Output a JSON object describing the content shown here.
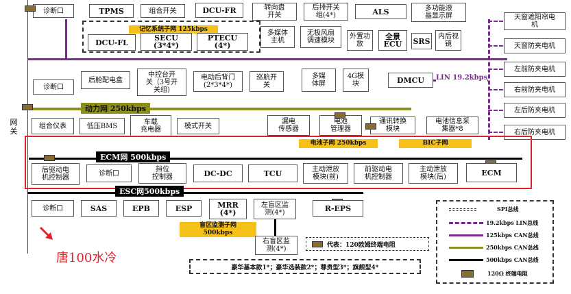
{
  "gateway": {
    "label": "网关"
  },
  "memory_subnet": {
    "label": "记忆系统子网 125kbps"
  },
  "lin_label": {
    "label": "LIN 19.2kbps"
  },
  "power_bus": {
    "label": "动力网 250kbps"
  },
  "ecm_bus": {
    "label": "ECM网 500kbps"
  },
  "esc_bus": {
    "label": "ESC网500kbps"
  },
  "battery_subnet": {
    "label": "电池子网 250kbps"
  },
  "bic_subnet": {
    "label": "BIC子网"
  },
  "blind_subnet": {
    "label": "盲区监测子网\n500kbps"
  },
  "top_row": [
    {
      "label": "诊断口"
    },
    {
      "label": "TPMS"
    },
    {
      "label": "组合开关"
    },
    {
      "label": "DCU-FR"
    },
    {
      "label": "转向盘\n开关"
    },
    {
      "label": "后排开关\n组(4*)"
    },
    {
      "label": "ALS"
    },
    {
      "label": "多功能液\n晶显示屏"
    }
  ],
  "memory_row": [
    {
      "label": "DCU-FL"
    },
    {
      "label": "SECU\n(3*4*)"
    },
    {
      "label": "PTECU\n(4*)"
    }
  ],
  "infotainment_row": [
    {
      "label": "多媒体\n主机"
    },
    {
      "label": "无极风扇\n调速模块"
    },
    {
      "label": "外置功\n放"
    },
    {
      "label": "全景\nECU"
    },
    {
      "label": "SRS"
    },
    {
      "label": "内后视\n镜"
    }
  ],
  "body_row": [
    {
      "label": "诊断口"
    },
    {
      "label": "后舱配电盒"
    },
    {
      "label": "中控台开\n关（3号开\n关组)"
    },
    {
      "label": "电动后背门\n(2*3*4*)"
    },
    {
      "label": "巡航开\n关"
    },
    {
      "label": "多媒\n体屏"
    },
    {
      "label": "4G模\n块"
    },
    {
      "label": "DMCU"
    }
  ],
  "lin_nodes": [
    {
      "label": "天窗遮阳帘电\n机"
    },
    {
      "label": "天窗防夹电机"
    },
    {
      "label": "左前防夹电机"
    },
    {
      "label": "右前防夹电机"
    },
    {
      "label": "左后防夹电机"
    },
    {
      "label": "右后防夹电机"
    }
  ],
  "power_row": [
    {
      "label": "组合仪表"
    },
    {
      "label": "低压BMS"
    },
    {
      "label": "车载\n充电器"
    },
    {
      "label": "模式开关"
    },
    {
      "label": "漏电\n传感器"
    },
    {
      "label": "电池\n管理器"
    },
    {
      "label": "通讯转换\n模块"
    },
    {
      "label": "电池信息采\n集器*8"
    }
  ],
  "ecm_row": [
    {
      "label": "后驱动电\n机控制器"
    },
    {
      "label": "诊断口"
    },
    {
      "label": "挡位\n控制器"
    },
    {
      "label": "DC-DC"
    },
    {
      "label": "TCU"
    },
    {
      "label": "主动泄放\n模块(前)"
    },
    {
      "label": "前驱动电\n机控制器"
    },
    {
      "label": "主动泄放\n模块(后)"
    },
    {
      "label": "ECM"
    }
  ],
  "esc_row": [
    {
      "label": "诊断口"
    },
    {
      "label": "SAS"
    },
    {
      "label": "EPB"
    },
    {
      "label": "ESP"
    },
    {
      "label": "MRR\n(4*)"
    },
    {
      "label": "左盲区监\n测(4*)"
    },
    {
      "label": "R-EPS"
    }
  ],
  "blind_right": {
    "label": "右盲区监\n测(4*)"
  },
  "terminal_note": {
    "label": "代表：120欧姆终端电阻"
  },
  "trim_note": {
    "label": "豪华基本款1*；豪华选装款2*；尊贵型3*；旗舰型4*"
  },
  "caption": {
    "label": "唐100水冷"
  },
  "legend": {
    "title": "SPI总线",
    "items": [
      {
        "label": "19.2kbps LIN总线"
      },
      {
        "label": "125kbps CAN总线"
      },
      {
        "label": "250kbps CAN总线"
      },
      {
        "label": "500kbps CAN总线"
      },
      {
        "label": "120Ω 终端电阻"
      }
    ]
  },
  "colors": {
    "purple": "#7b2a8e",
    "olive": "#8c8f1e",
    "black": "#000000",
    "terminal": "#8b6a32",
    "highlight": "#f6c21a",
    "red_frame": "#e0202a",
    "caption": "#e0202a"
  }
}
